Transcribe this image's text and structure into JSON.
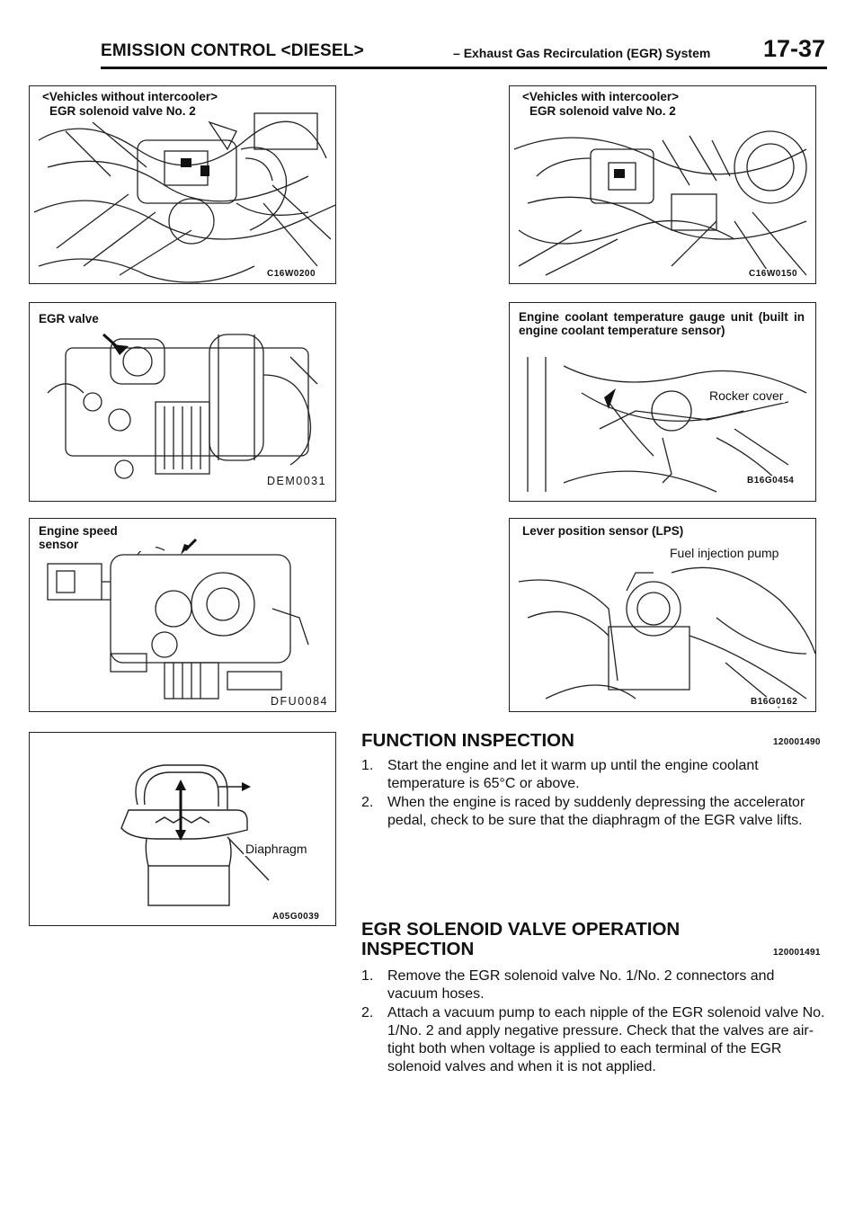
{
  "header": {
    "title": "EMISSION CONTROL <DIESEL>",
    "dash": "–",
    "subtitle": "Exhaust Gas Recirculation (EGR) System",
    "page": "17-37"
  },
  "figures": {
    "without_intercooler": {
      "title": "<Vehicles without intercooler>",
      "label": "EGR solenoid valve No. 2",
      "code": "C16W0200"
    },
    "with_intercooler": {
      "title": "<Vehicles with intercooler>",
      "label": "EGR solenoid valve No. 2",
      "code": "C16W0150"
    },
    "egr_valve": {
      "label": "EGR valve",
      "code": "DEM0031"
    },
    "coolant_sensor": {
      "label": "Engine coolant temperature gauge unit (built in engine coolant temperature sensor)",
      "label2": "Rocker cover",
      "code": "B16G0454"
    },
    "speed_sensor": {
      "label": "Engine speed sensor",
      "code": "DFU0084"
    },
    "lps": {
      "label": "Lever position sensor (LPS)",
      "label2": "Fuel injection pump",
      "code": "B16G0162"
    },
    "diaphragm": {
      "label": "Diaphragm",
      "code": "A05G0039"
    }
  },
  "sections": {
    "function_inspection": {
      "title": "FUNCTION INSPECTION",
      "code": "120001490",
      "steps": [
        {
          "num": "1.",
          "text": "Start the engine and let it warm up until the engine coolant temperature is 65°C or above."
        },
        {
          "num": "2.",
          "text": "When the engine is raced by suddenly depressing the accelerator pedal, check to be sure that the diaphragm of the EGR valve lifts."
        }
      ]
    },
    "solenoid_inspection": {
      "title_line1": "EGR SOLENOID VALVE OPERATION",
      "title_line2": "INSPECTION",
      "code": "120001491",
      "steps": [
        {
          "num": "1.",
          "text": "Remove the EGR solenoid valve No. 1/No. 2 connectors and vacuum hoses."
        },
        {
          "num": "2.",
          "text": "Attach a vacuum pump to each nipple of the EGR solenoid valve No. 1/No. 2 and apply negative pressure. Check that the valves are air-tight both when voltage is applied to each terminal of the EGR solenoid valves and when it is not applied."
        }
      ]
    }
  }
}
